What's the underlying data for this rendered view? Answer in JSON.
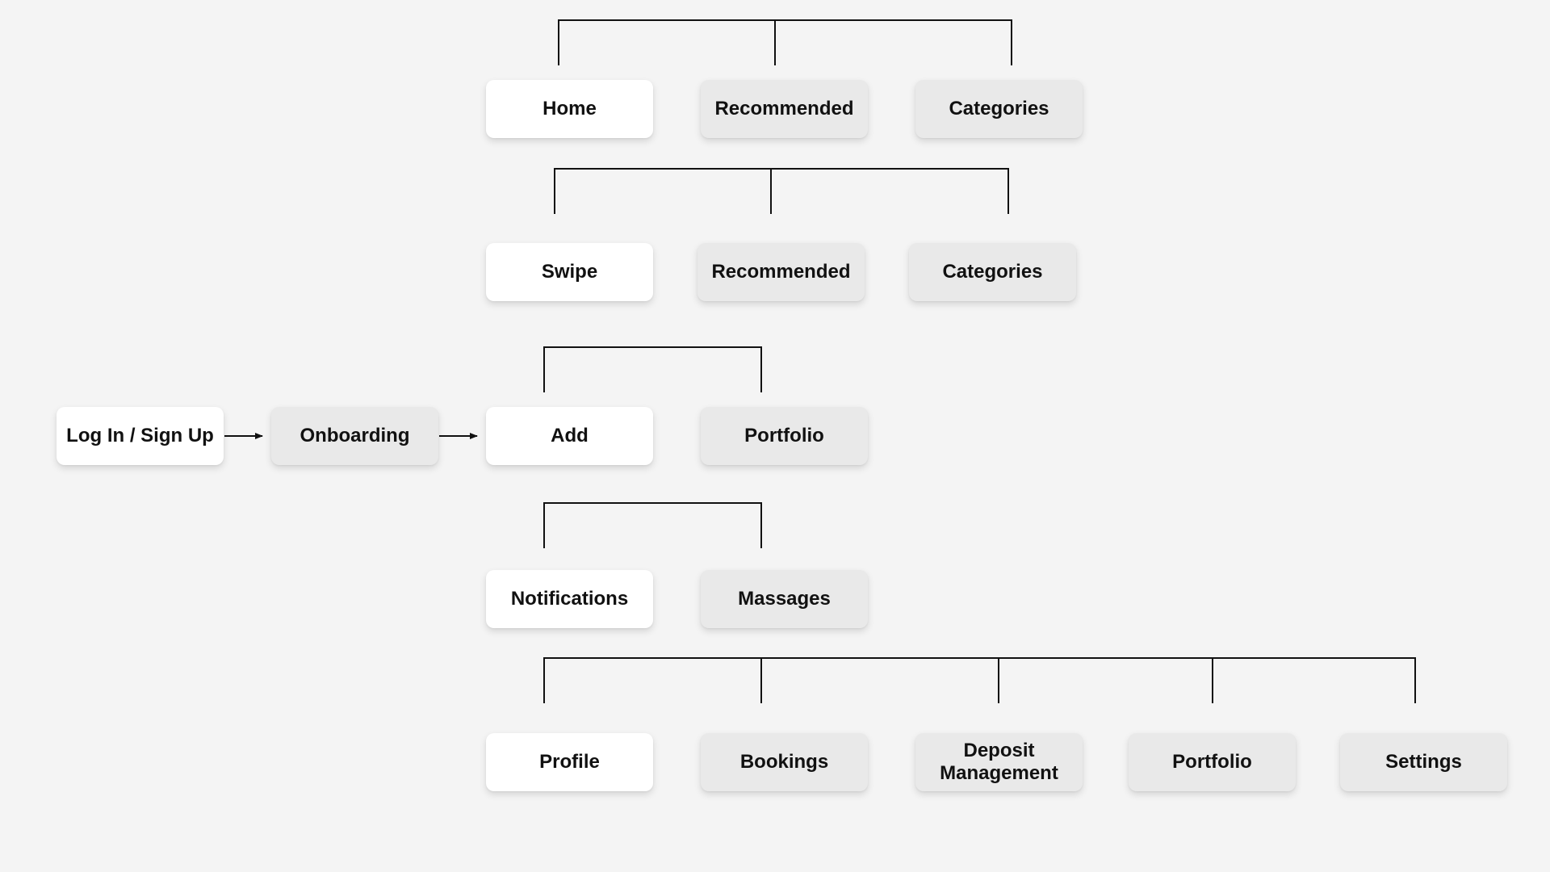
{
  "colors": {
    "background": "#f4f4f4",
    "primary_node": "#ffffff",
    "secondary_node": "#e9e9e9",
    "line": "#111111"
  },
  "nodes": {
    "login": "Log In / Sign Up",
    "onboarding": "Onboarding",
    "home": "Home",
    "home_recommended": "Recommended",
    "home_categories": "Categories",
    "swipe": "Swipe",
    "swipe_recommended": "Recommended",
    "swipe_categories": "Categories",
    "add": "Add",
    "add_portfolio": "Portfolio",
    "notifications": "Notifications",
    "messages": "Massages",
    "profile": "Profile",
    "bookings": "Bookings",
    "deposit_management": "Deposit\nManagement",
    "profile_portfolio": "Portfolio",
    "settings": "Settings"
  }
}
